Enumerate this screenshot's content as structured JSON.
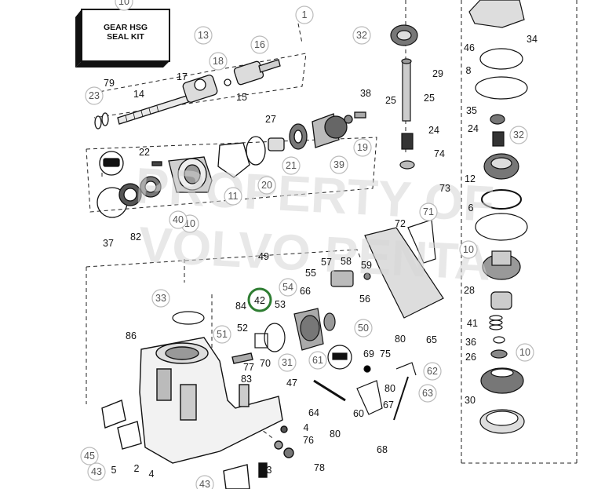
{
  "kit_box": {
    "line1": "GEAR HSG",
    "line2": "SEAL KIT"
  },
  "watermark": {
    "line1": "PROPERTY OF",
    "line2": "VOLVO PENTA"
  },
  "highlight": {
    "label": "42",
    "color": "#2e7d32"
  },
  "plain_labels": [
    "79",
    "14",
    "17",
    "15",
    "22",
    "37",
    "82",
    "27",
    "38",
    "25",
    "25",
    "29",
    "24",
    "74",
    "73",
    "72",
    "8",
    "34",
    "35",
    "24",
    "12",
    "6",
    "28",
    "41",
    "36",
    "26",
    "30",
    "46",
    "49",
    "57",
    "58",
    "59",
    "55",
    "56",
    "66",
    "53",
    "84",
    "52",
    "86",
    "70",
    "83",
    "47",
    "77",
    "4",
    "76",
    "78",
    "2",
    "5",
    "4",
    "3",
    "64",
    "69",
    "75",
    "80",
    "65",
    "80",
    "67",
    "68",
    "80",
    "60"
  ],
  "circled_labels": [
    "10",
    "1",
    "13",
    "16",
    "18",
    "23",
    "32",
    "19",
    "21",
    "39",
    "10",
    "40",
    "11",
    "20",
    "71",
    "32",
    "10",
    "54",
    "31",
    "50",
    "51",
    "61",
    "62",
    "63",
    "33",
    "45",
    "43",
    "43",
    "10"
  ]
}
